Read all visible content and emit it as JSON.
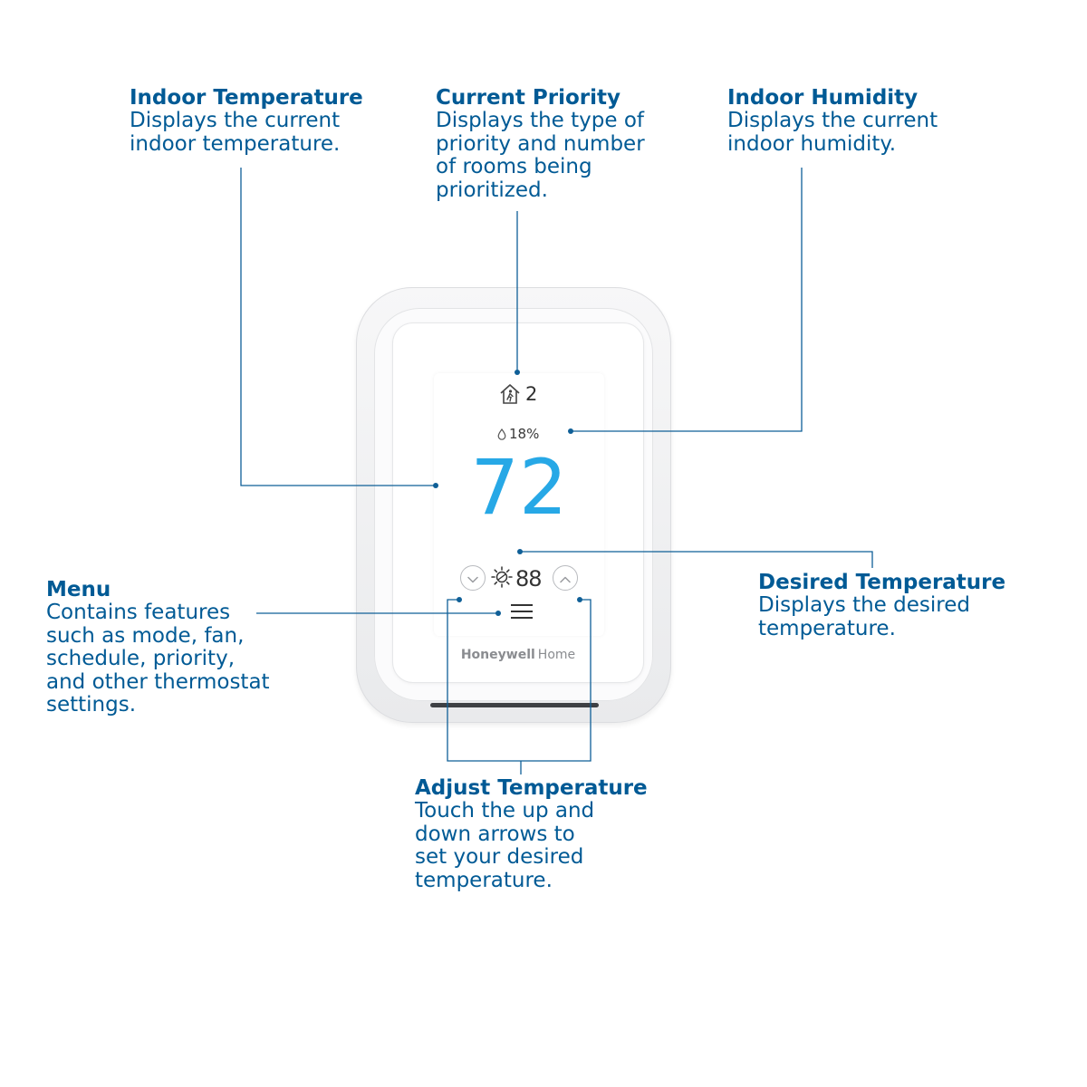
{
  "colors": {
    "accent": "#005a95",
    "temperature": "#27a8e6",
    "leader_line": "#0f5f97"
  },
  "callouts": {
    "indoor_temperature": {
      "title": "Indoor Temperature",
      "description": "Displays the current\nindoor temperature."
    },
    "current_priority": {
      "title": "Current Priority",
      "description": "Displays the type of\npriority and number\nof rooms being\nprioritized."
    },
    "indoor_humidity": {
      "title": "Indoor Humidity",
      "description": "Displays the current\nindoor humidity."
    },
    "menu": {
      "title": "Menu",
      "description": "Contains features\nsuch as mode, fan,\nschedule, priority,\nand other thermostat\nsettings."
    },
    "desired_temperature": {
      "title": "Desired Temperature",
      "description": "Displays the desired\ntemperature."
    },
    "adjust_temperature": {
      "title": "Adjust Temperature",
      "description": "Touch the up and\ndown arrows to\nset your desired\ntemperature."
    }
  },
  "thermostat": {
    "priority_icon": "home-person-icon",
    "priority_rooms": "2",
    "humidity_icon": "droplet-icon",
    "humidity": "18%",
    "indoor_temperature": "72",
    "mode_icon": "sun-cool-icon",
    "setpoint": "88",
    "down_icon": "chevron-down-icon",
    "up_icon": "chevron-up-icon",
    "menu_icon": "hamburger-menu-icon",
    "brand_primary": "Honeywell",
    "brand_secondary": "Home"
  }
}
